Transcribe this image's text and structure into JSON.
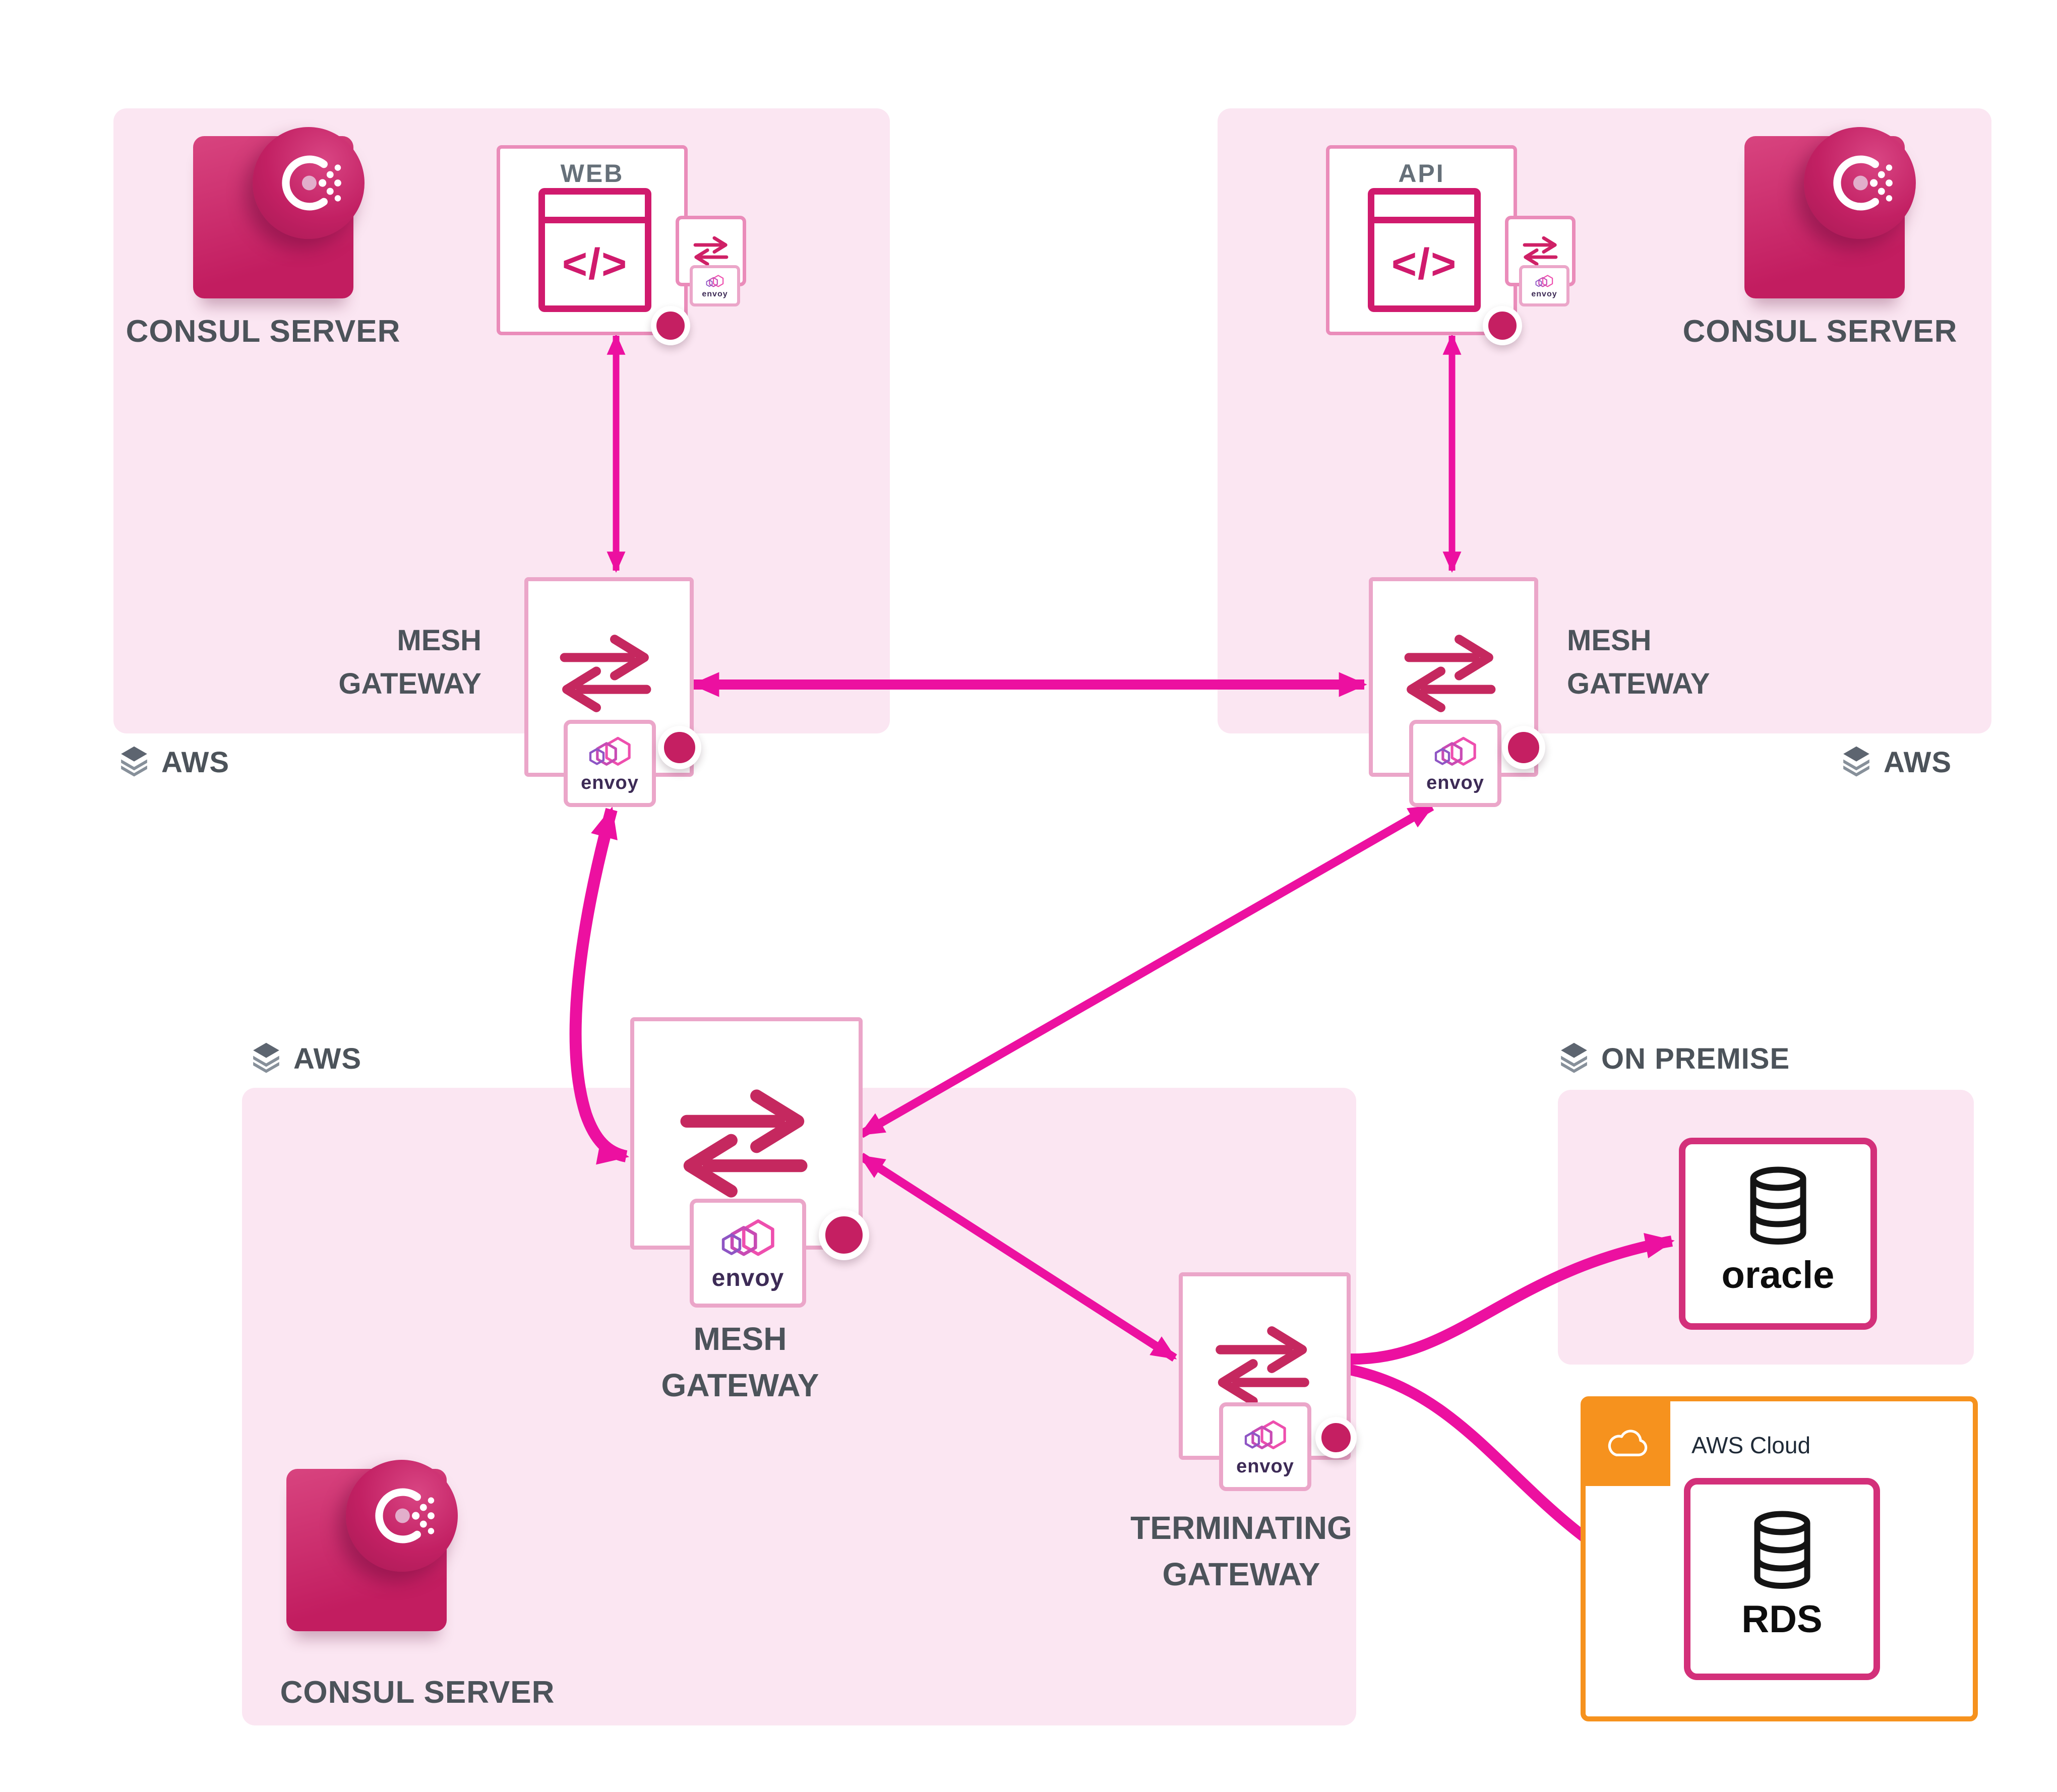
{
  "colors": {
    "accent_magenta": "#ec10a0",
    "gateway_icon_crimson": "#c5285f",
    "code_icon_crimson": "#d01a6d",
    "region_pink": "#fbe6f2",
    "box_border_pink": "#eba6c9",
    "consul_pink": "#c51f62",
    "label_gray": "#4c535a",
    "aws_orange": "#f6921e",
    "db_border": "#d3307a",
    "envoy_purple": "#3d2b56"
  },
  "regions": {
    "aws_top_left": {
      "label": "AWS"
    },
    "aws_top_right": {
      "label": "AWS"
    },
    "aws_bottom": {
      "label": "AWS"
    },
    "on_premise": {
      "label": "ON PREMISE"
    }
  },
  "nodes": {
    "consul_server_top_left": {
      "label": "CONSUL SERVER"
    },
    "consul_server_top_right": {
      "label": "CONSUL SERVER"
    },
    "consul_server_bottom": {
      "label": "CONSUL SERVER"
    },
    "service_web": {
      "title": "WEB",
      "code_glyph": "</>"
    },
    "service_api": {
      "title": "API",
      "code_glyph": "</>"
    },
    "mesh_gateway_left": {
      "line1": "MESH",
      "line2": "GATEWAY"
    },
    "mesh_gateway_right": {
      "line1": "MESH",
      "line2": "GATEWAY"
    },
    "mesh_gateway_bottom": {
      "line1": "MESH",
      "line2": "GATEWAY"
    },
    "terminating_gateway": {
      "line1": "TERMINATING",
      "line2": "GATEWAY"
    },
    "oracle_db": {
      "label": "oracle"
    },
    "rds_db": {
      "label": "RDS"
    },
    "aws_cloud_box": {
      "label": "AWS Cloud"
    }
  },
  "envoy": {
    "wordmark": "envoy"
  },
  "edges": [
    {
      "from": "service_web",
      "to": "mesh_gateway_left",
      "bidirectional": true
    },
    {
      "from": "service_api",
      "to": "mesh_gateway_right",
      "bidirectional": true
    },
    {
      "from": "mesh_gateway_left",
      "to": "mesh_gateway_right",
      "bidirectional": true
    },
    {
      "from": "mesh_gateway_left",
      "to": "mesh_gateway_bottom",
      "bidirectional": true
    },
    {
      "from": "mesh_gateway_bottom",
      "to": "mesh_gateway_right",
      "bidirectional": true
    },
    {
      "from": "mesh_gateway_bottom",
      "to": "terminating_gateway",
      "bidirectional": true
    },
    {
      "from": "terminating_gateway",
      "to": "oracle_db",
      "bidirectional": false
    },
    {
      "from": "terminating_gateway",
      "to": "rds_db",
      "bidirectional": false
    }
  ]
}
